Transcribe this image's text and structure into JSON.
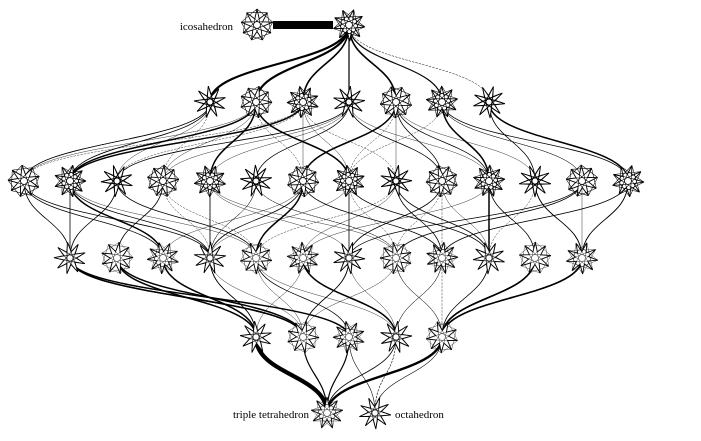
{
  "diagram": {
    "labels": {
      "icosahedron": "icosahedron",
      "triple_tetrahedron": "triple tetrahedron",
      "octahedron": "octahedron"
    },
    "levels": [
      {
        "name": "top",
        "count": 2
      },
      {
        "name": "row1",
        "count": 7
      },
      {
        "name": "row2",
        "count": 14
      },
      {
        "name": "row3",
        "count": 12
      },
      {
        "name": "row4",
        "count": 5
      },
      {
        "name": "bottom",
        "count": 2
      }
    ],
    "style": {
      "edge_color": "#000000",
      "background": "#ffffff",
      "node_fill": "#ffffff"
    }
  }
}
